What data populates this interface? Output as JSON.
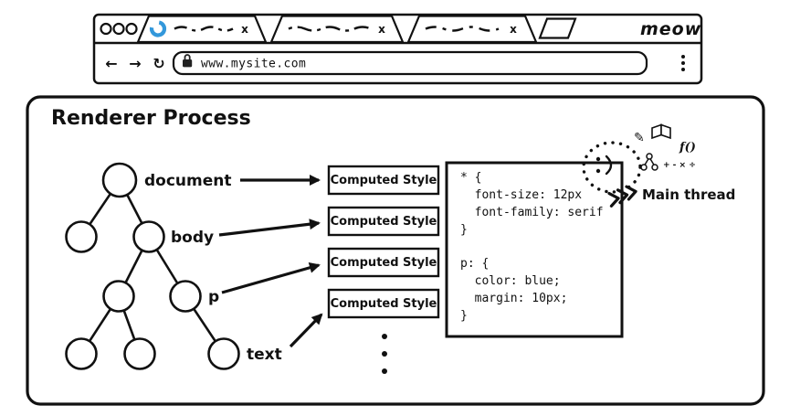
{
  "colors": {
    "ink": "#111111",
    "spinner": "#3398db"
  },
  "browser": {
    "logo": "meow",
    "tabs": [
      {
        "close_label": "x"
      },
      {
        "close_label": "x"
      },
      {
        "close_label": "x"
      }
    ],
    "nav": {
      "back": "←",
      "forward": "→",
      "reload": "↻"
    },
    "address": {
      "url": "www.mysite.com"
    }
  },
  "renderer": {
    "title": "Renderer Process",
    "dom_labels": {
      "document": "document",
      "body": "body",
      "p": "p",
      "text": "text"
    },
    "computed_style_label": "Computed Style",
    "css_code": "* {\n  font-size: 12px\n  font-family: serif\n}\n\np: {\n  color: blue;\n  margin: 10px;\n}",
    "main_thread": {
      "label": "Main thread",
      "fn_icon": "f()",
      "math_icons": "+ - × ÷"
    }
  }
}
